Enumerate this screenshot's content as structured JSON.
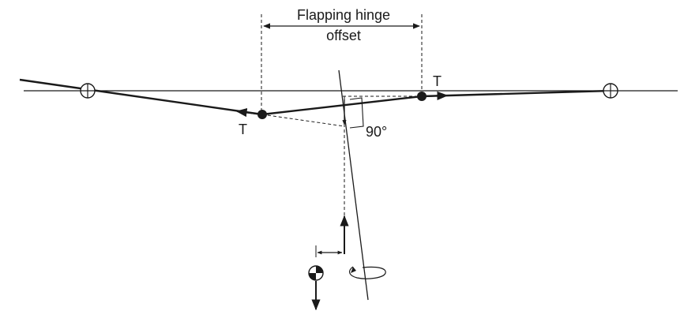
{
  "labels": {
    "hinge_offset_line1": "Flapping hinge",
    "hinge_offset_line2": "offset",
    "thrust_right": "T",
    "thrust_left": "T",
    "angle": "90°"
  },
  "colors": {
    "line": "#1a1a1a",
    "background": "#ffffff"
  },
  "icons": {
    "hub_marker": "crosshair-circle-icon",
    "center_of_gravity": "cg-symbol-icon",
    "rotation": "rotation-arrow-icon"
  }
}
